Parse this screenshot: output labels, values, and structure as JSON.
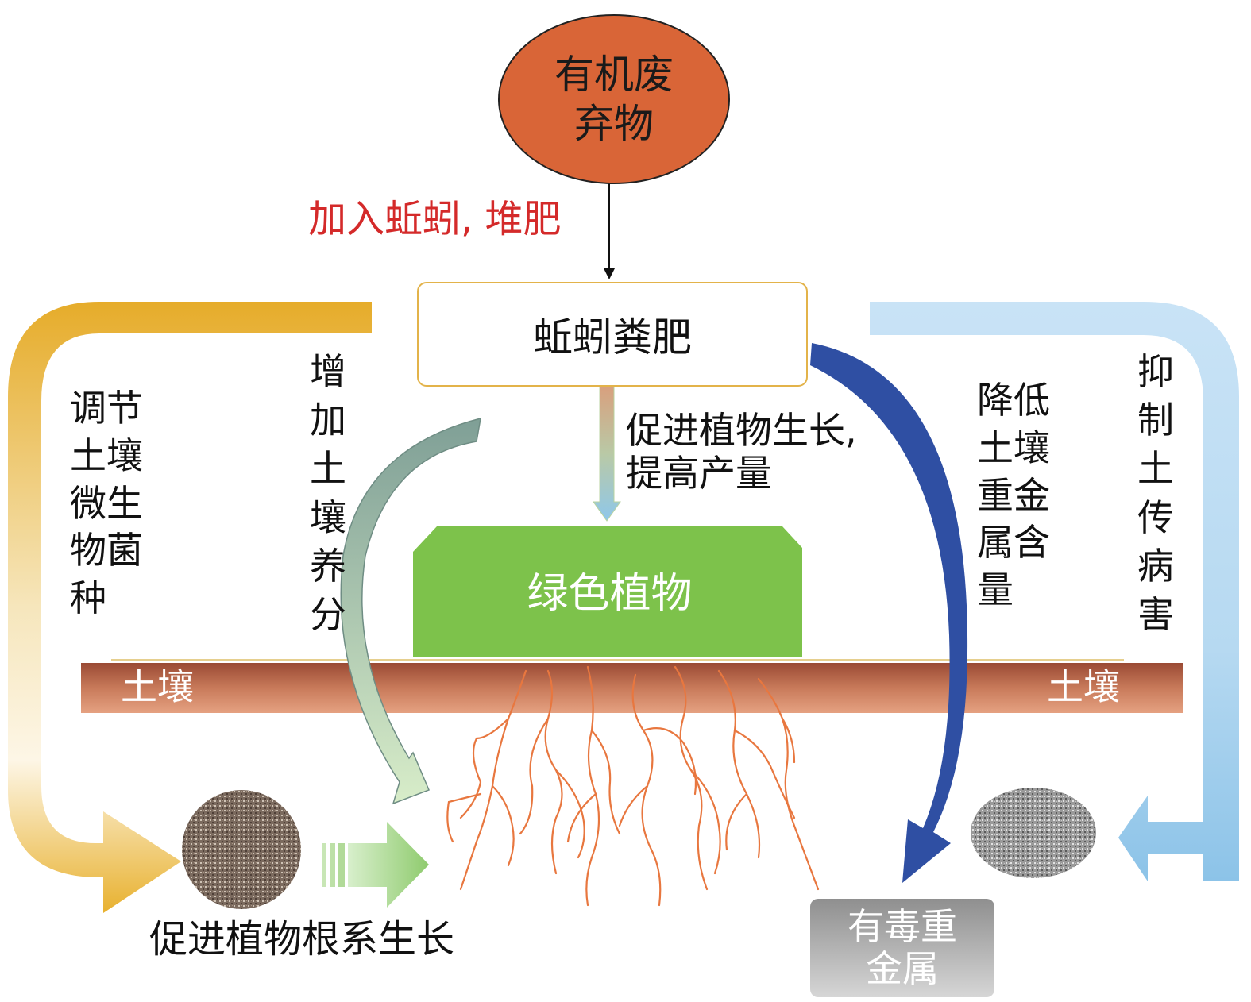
{
  "nodes": {
    "organic_waste": "有机废\n弃物",
    "vermicompost": "蚯蚓粪肥",
    "green_plant": "绿色植物",
    "toxic_metal": "有毒重\n金属",
    "soil_left": "土壤",
    "soil_right": "土壤"
  },
  "labels": {
    "add_earthworm": "加入蚯蚓, 堆肥",
    "promote_growth": "促进植物生长,\n提高产量",
    "regulate_microbes": "调节\n土壤\n微生\n物菌\n种",
    "increase_nutrients": "增\n加\n土\n壤\n养\n分",
    "reduce_metals": "降低\n土壤\n重金\n属含\n量",
    "suppress_disease": "抑\n制\n土\n传\n病\n害",
    "root_growth": "促进植物根系生长"
  },
  "colors": {
    "organic_fill": "#d96537",
    "vermi_border": "#e3b34a",
    "plant_green": "#7dc24b",
    "soil_brown": "#a85a3f",
    "root_orange": "#e8773f",
    "label_red": "#d42a2a",
    "orange_arrow": "#e8b12f",
    "blue_arrow": "#2f4fa3",
    "light_blue_arrow": "#9ccbea",
    "light_green_arrow": "#a7d58a"
  }
}
